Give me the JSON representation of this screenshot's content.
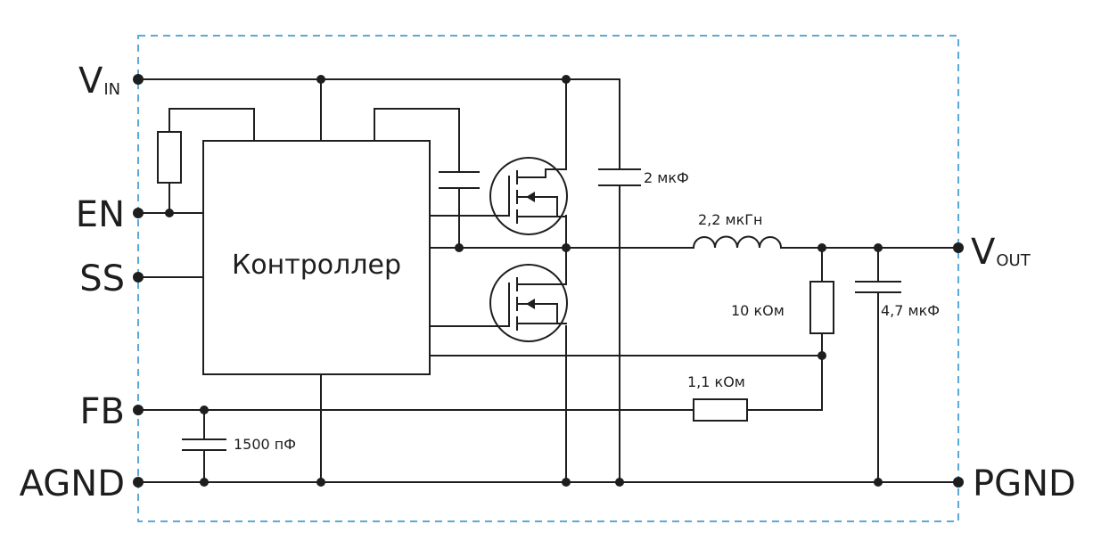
{
  "pins": {
    "vin_main": "V",
    "vin_sub": "IN",
    "en": "EN",
    "ss": "SS",
    "fb": "FB",
    "agnd": "AGND",
    "vout_main": "V",
    "vout_sub": "OUT",
    "pgnd": "PGND"
  },
  "controller": {
    "label": "Контроллер"
  },
  "components": {
    "c_in": "2 мкФ",
    "inductor": "2,2 мкГн",
    "r_top": "10 кОм",
    "c_out": "4,7 мкФ",
    "r_bottom": "1,1 кОм",
    "c_ss": "1500 пФ"
  },
  "colors": {
    "line": "#1e1e1e",
    "border": "#5aa9d6"
  }
}
